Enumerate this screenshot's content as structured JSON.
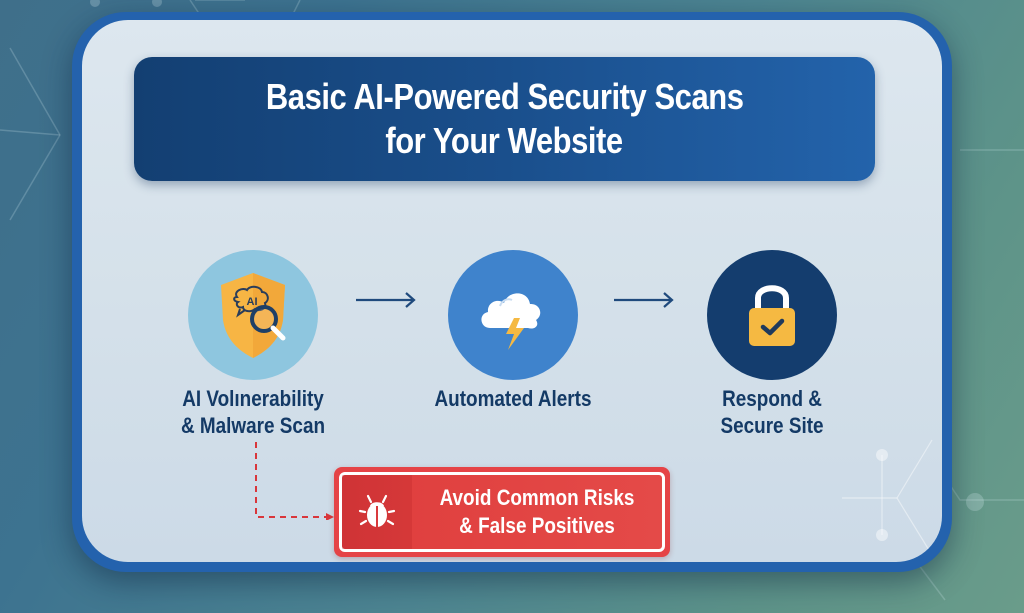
{
  "title": {
    "line1": "Basic AI-Powered Security Scans",
    "line2": "for Your Website"
  },
  "steps": [
    {
      "id": "scan",
      "icon": "shield-ai-magnifier-icon",
      "label_line1": "AI Volınerability",
      "label_line2": "& Malware Scan",
      "circle_color": "#8ec6df"
    },
    {
      "id": "alerts",
      "icon": "cloud-lightning-icon",
      "label_line1": "Automated Alerts",
      "circle_color": "#3f83cc"
    },
    {
      "id": "respond",
      "icon": "padlock-check-icon",
      "label_line1": "Respond &",
      "label_line2": "Secure Site",
      "circle_color": "#143d6e"
    }
  ],
  "arrows": [
    {
      "from": "scan",
      "to": "alerts",
      "icon": "arrow-right-icon"
    },
    {
      "from": "alerts",
      "to": "respond",
      "icon": "arrow-right-icon"
    }
  ],
  "warning": {
    "icon": "bug-icon",
    "line1": "Avoid Common Risks",
    "line2": "& False Positives",
    "color": "#e54346",
    "connector_from": "scan"
  },
  "colors": {
    "banner": "#1a4f8c",
    "card_border": "#2462ad",
    "card_fill": "#d8e3ec",
    "label_text": "#143a66",
    "accent_yellow": "#f5b942"
  }
}
